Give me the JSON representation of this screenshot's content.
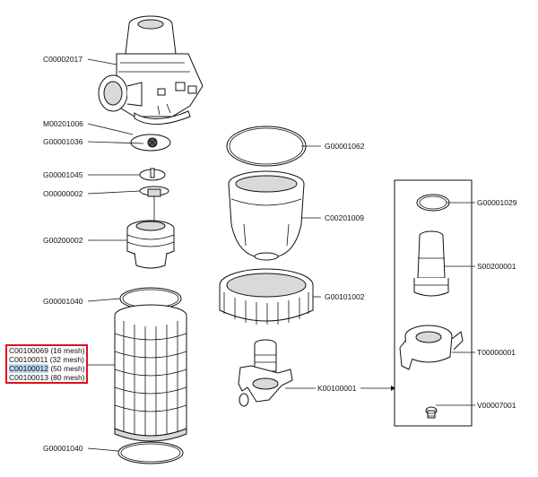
{
  "labels": {
    "head": "C00002017",
    "ball": "M00201006",
    "spring": "G00001036",
    "oring_small": "G00001045",
    "piston": "O00000002",
    "bowl_ring": "G00001062",
    "bowl": "C00201009",
    "cartridge": "G00200002",
    "nut": "G00101002",
    "gasket_top": "G00001040",
    "gasket_bottom": "G00001040",
    "kit": "K00100001",
    "kit_oring": "G00001029",
    "kit_valve": "S00200001",
    "kit_body": "T00000001",
    "kit_screw": "V00007001"
  },
  "mesh_options": [
    {
      "code": "C00100069",
      "mesh": "(16 mesh)"
    },
    {
      "code": "C00100011",
      "mesh": "(32 mesh)"
    },
    {
      "code": "C00100012",
      "mesh": "(50 mesh)"
    },
    {
      "code": "C00100013",
      "mesh": "(80 mesh)"
    }
  ],
  "selected_mesh_index": 2,
  "colors": {
    "highlight_border": "#e0101b",
    "selection": "#b9d7f0"
  }
}
